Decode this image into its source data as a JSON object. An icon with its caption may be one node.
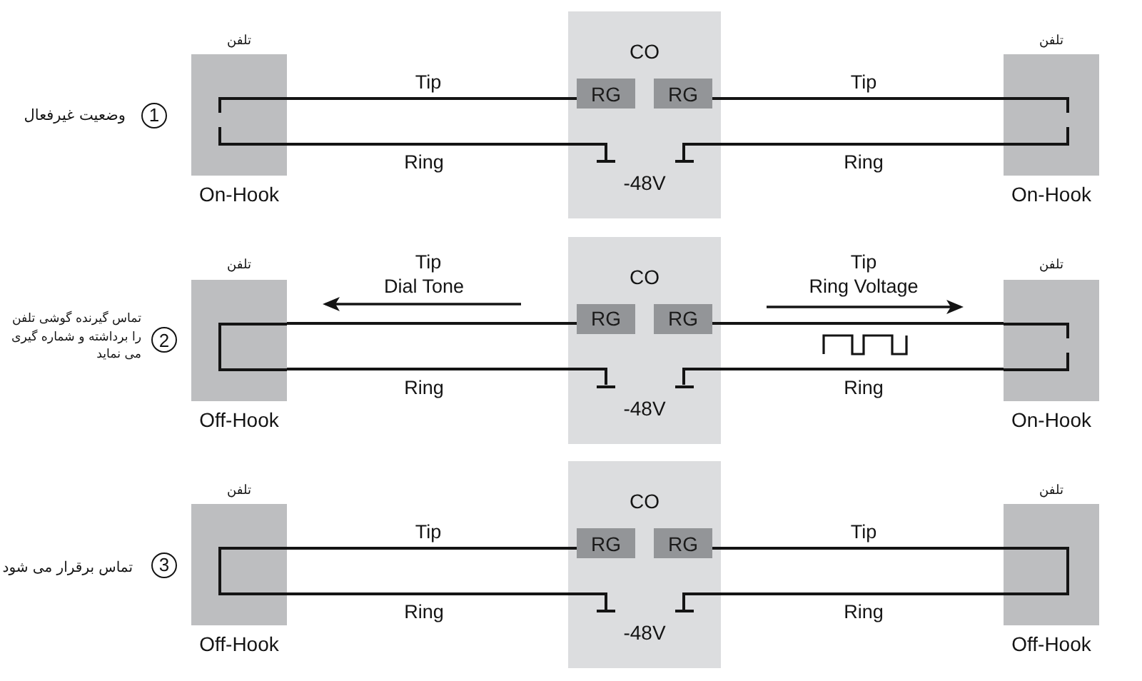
{
  "diagram": {
    "nodes": [
      {
        "text": [
          "1"
        ],
        "beside": [
          "وضعیت غیرفعال"
        ]
      },
      {
        "text": [
          "تلفن"
        ],
        "beside": [
          "On-Hook"
        ]
      },
      {
        "text": [
          "CO",
          "-48V"
        ]
      },
      {
        "text": [
          "RG"
        ],
        "in": 2
      },
      {
        "text": [
          "RG"
        ],
        "in": 2
      },
      {
        "text": [],
        "shape": "bar",
        "in": 2
      },
      {
        "text": [],
        "shape": "bar",
        "in": 2
      },
      {
        "text": [
          "تلفن"
        ],
        "beside": [
          "On-Hook"
        ]
      },
      {
        "text": [
          "2"
        ],
        "beside": [
          "تماس گیرنده گوشی تلفن را برداشته و شماره گیری می نماید"
        ]
      },
      {
        "text": [
          "تلفن"
        ],
        "beside": [
          "Off-Hook"
        ]
      },
      {
        "text": [
          "CO",
          "-48V"
        ]
      },
      {
        "text": [
          "RG"
        ],
        "in": 10
      },
      {
        "text": [
          "RG"
        ],
        "in": 10
      },
      {
        "text": [],
        "shape": "bar",
        "in": 10
      },
      {
        "text": [],
        "shape": "bar",
        "in": 10
      },
      {
        "text": [
          "تلفن"
        ],
        "beside": [
          "On-Hook"
        ]
      },
      {
        "text": [
          "3"
        ],
        "beside": [
          "تماس برقرار می شود"
        ]
      },
      {
        "text": [
          "تلفن"
        ],
        "beside": [
          "Off-Hook"
        ]
      },
      {
        "text": [
          "CO",
          "-48V"
        ]
      },
      {
        "text": [
          "RG"
        ],
        "in": 18
      },
      {
        "text": [
          "RG"
        ],
        "in": 18
      },
      {
        "text": [],
        "shape": "bar",
        "in": 18
      },
      {
        "text": [],
        "shape": "bar",
        "in": 18
      },
      {
        "text": [
          "تلفن"
        ],
        "beside": [
          "Off-Hook"
        ]
      }
    ],
    "edges": [
      {
        "from": 1,
        "to": 3,
        "arrow": "none",
        "label": "Tip"
      },
      {
        "from": 4,
        "to": 7,
        "arrow": "none",
        "label": "Tip"
      },
      {
        "from": 1,
        "to": 5,
        "arrow": "none",
        "label": "Ring"
      },
      {
        "from": 6,
        "to": 7,
        "arrow": "none",
        "label": "Ring"
      },
      {
        "from": 9,
        "to": 11,
        "arrow": "none",
        "label": "Tip"
      },
      {
        "from": 12,
        "to": 15,
        "arrow": "none",
        "label": "Tip"
      },
      {
        "from": 9,
        "to": 13,
        "arrow": "none",
        "label": "Ring"
      },
      {
        "from": 14,
        "to": 15,
        "arrow": "none",
        "label": "Ring"
      },
      {
        "from": 17,
        "to": 19,
        "arrow": "none",
        "label": "Tip"
      },
      {
        "from": 20,
        "to": 23,
        "arrow": "none",
        "label": "Tip"
      },
      {
        "from": 17,
        "to": 21,
        "arrow": "none",
        "label": "Ring"
      },
      {
        "from": 22,
        "to": 23,
        "arrow": "none",
        "label": "Ring"
      }
    ],
    "labels": [
      "Dial Tone",
      "Ring Voltage"
    ]
  }
}
